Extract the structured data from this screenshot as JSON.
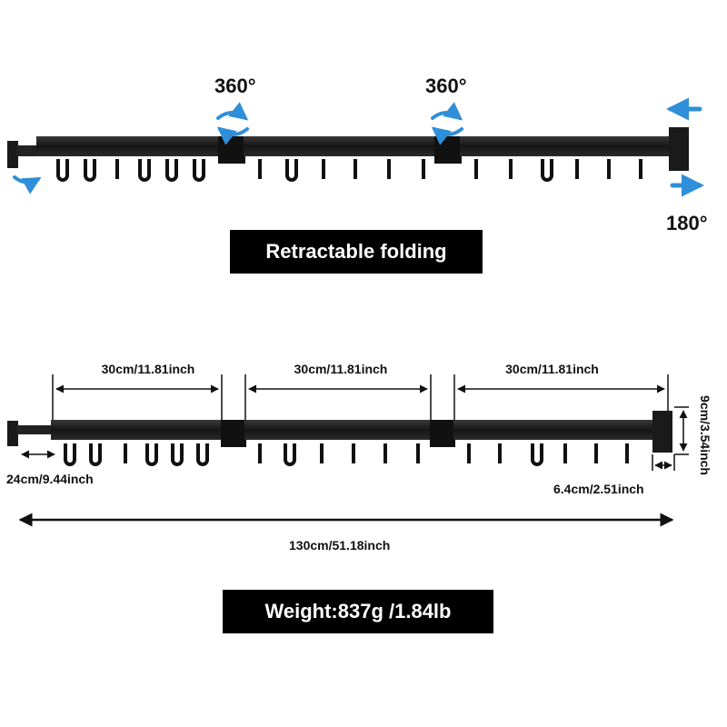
{
  "top": {
    "angle_left": "360°",
    "angle_mid": "360°",
    "angle_right": "180°",
    "banner": "Retractable folding"
  },
  "dimensions": {
    "segment_1": "30cm/11.81inch",
    "segment_2": "30cm/11.81inch",
    "segment_3": "30cm/11.81inch",
    "height": "9cm/3.54inch",
    "extension": "24cm/9.44inch",
    "mount_depth": "6.4cm/2.51inch",
    "total_length": "130cm/51.18inch"
  },
  "weight_banner": "Weight:837g /1.84lb",
  "colors": {
    "rod": "#1a1a1a",
    "arrow": "#2f8fd8",
    "banner_bg": "#000000",
    "banner_text": "#ffffff"
  },
  "icons": [
    "rotate-arrows-icon",
    "direction-arrow-icon"
  ]
}
